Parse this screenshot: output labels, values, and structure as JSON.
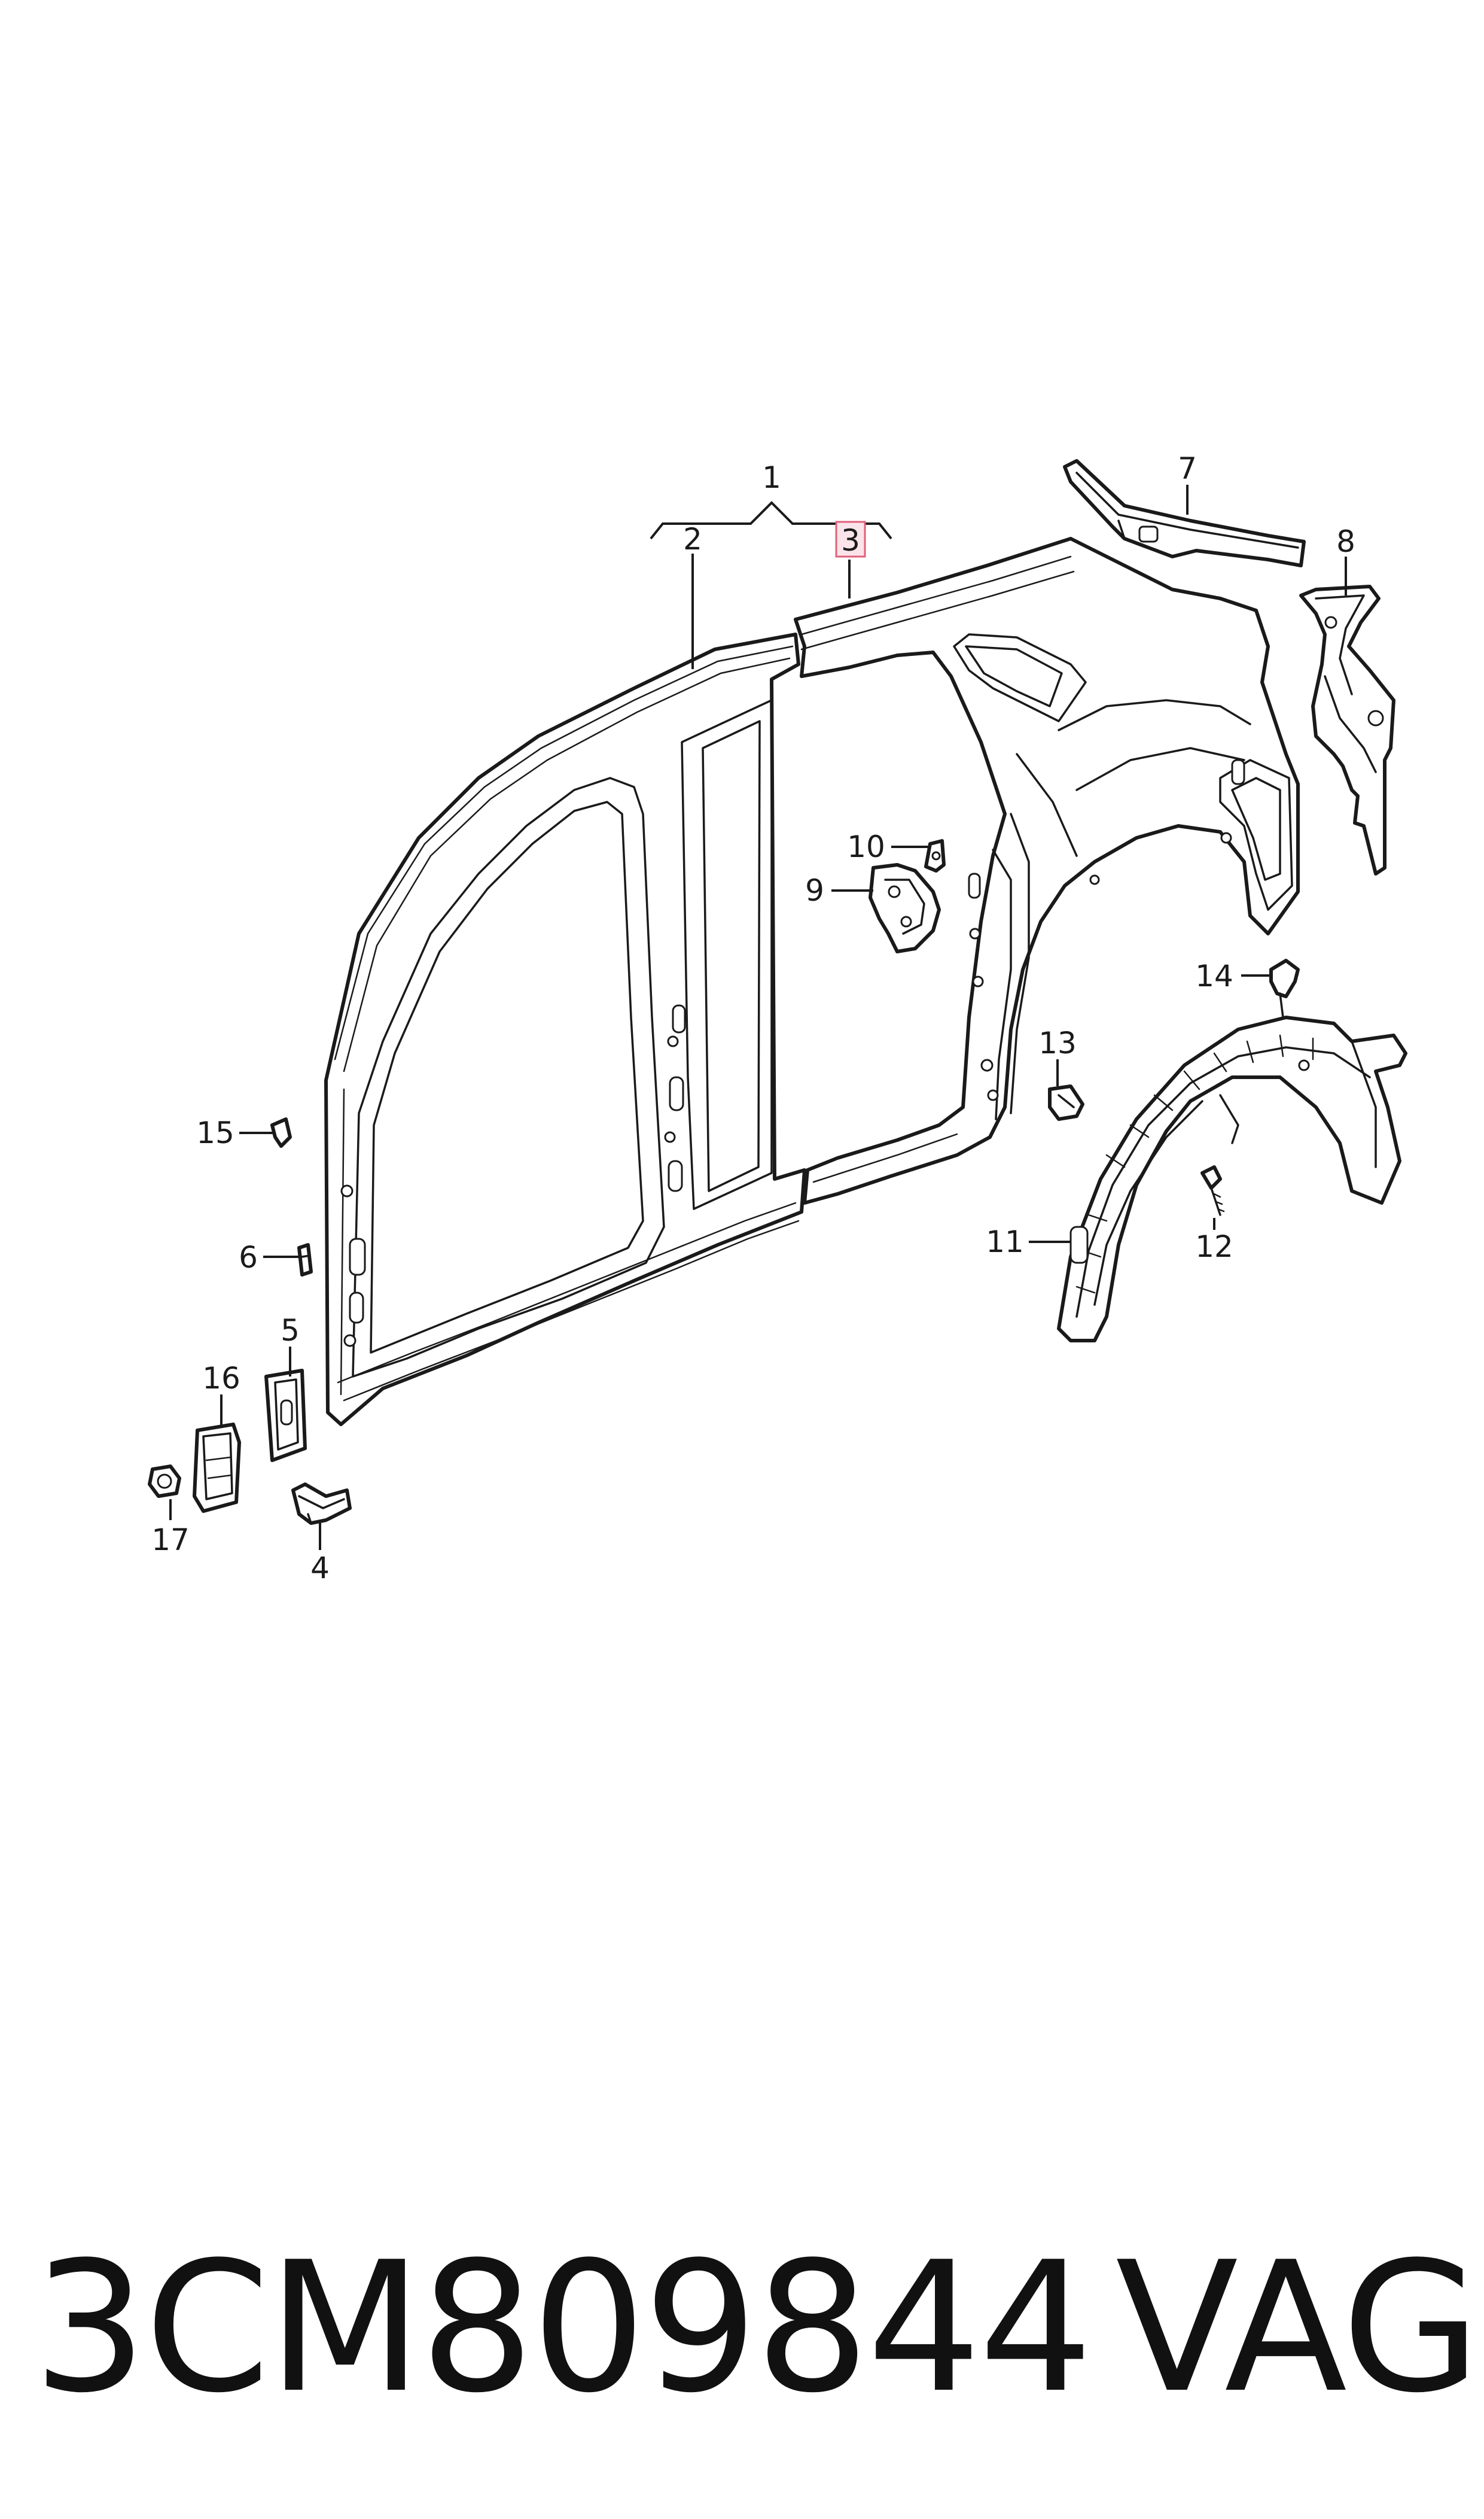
{
  "diagram": {
    "callouts": [
      {
        "id": "1",
        "label": "1"
      },
      {
        "id": "2",
        "label": "2"
      },
      {
        "id": "3",
        "label": "3",
        "highlighted": true
      },
      {
        "id": "4",
        "label": "4"
      },
      {
        "id": "5",
        "label": "5"
      },
      {
        "id": "6",
        "label": "6"
      },
      {
        "id": "7",
        "label": "7"
      },
      {
        "id": "8",
        "label": "8"
      },
      {
        "id": "9",
        "label": "9"
      },
      {
        "id": "10",
        "label": "10"
      },
      {
        "id": "11",
        "label": "11"
      },
      {
        "id": "12",
        "label": "12"
      },
      {
        "id": "13",
        "label": "13"
      },
      {
        "id": "14",
        "label": "14"
      },
      {
        "id": "15",
        "label": "15"
      },
      {
        "id": "16",
        "label": "16"
      },
      {
        "id": "17",
        "label": "17"
      }
    ],
    "colors": {
      "line": "#1a1a1a",
      "highlight_fill": "#fbe3ea",
      "highlight_stroke": "#e0607a",
      "background": "#ffffff"
    }
  },
  "footer": {
    "part_number": "3CM809844",
    "brand": "VAG"
  }
}
